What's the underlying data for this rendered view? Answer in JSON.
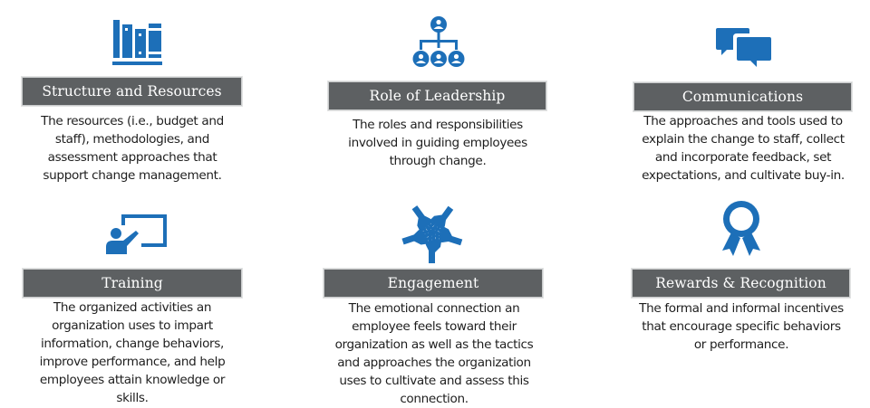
{
  "colors": {
    "icon_blue": "#1d6fb8",
    "header_bar": "#5d6062",
    "header_text": "#ffffff",
    "body_text": "#1e1e1e",
    "background": "#ffffff"
  },
  "cards": [
    {
      "title": "Structure and Resources",
      "icon": "books-icon",
      "description": "The resources (i.e., budget and staff), methodologies, and assessment approaches that support change management."
    },
    {
      "title": "Role of Leadership",
      "icon": "org-chart-icon",
      "description": "The roles and responsibilities involved in guiding employees through change."
    },
    {
      "title": "Communications",
      "icon": "speech-bubbles-icon",
      "description": "The approaches and tools used to explain the change to staff, collect and incorporate feedback, set expectations, and cultivate buy-in."
    },
    {
      "title": "Training",
      "icon": "presenter-board-icon",
      "description": "The organized activities an organization uses to impart information, change behaviors, improve performance, and help employees attain knowledge or skills."
    },
    {
      "title": "Engagement",
      "icon": "joined-hands-icon",
      "description": "The emotional connection an employee feels toward their organization as well as the tactics and approaches the organization uses to cultivate and assess this connection."
    },
    {
      "title": "Rewards & Recognition",
      "icon": "award-ribbon-icon",
      "description": "The formal and informal incentives that encourage specific behaviors or performance."
    }
  ]
}
